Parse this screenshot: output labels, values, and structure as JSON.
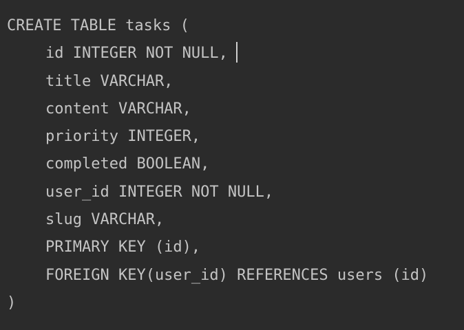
{
  "editor": {
    "lines": [
      {
        "text": "CREATE TABLE tasks ("
      },
      {
        "text": "id INTEGER NOT NULL,"
      },
      {
        "text": "title VARCHAR,"
      },
      {
        "text": "content VARCHAR,"
      },
      {
        "text": "priority INTEGER,"
      },
      {
        "text": "completed BOOLEAN,"
      },
      {
        "text": "user_id INTEGER NOT NULL,"
      },
      {
        "text": "slug VARCHAR,"
      },
      {
        "text": "PRIMARY KEY (id),"
      },
      {
        "text": "FOREIGN KEY(user_id) REFERENCES users (id)"
      },
      {
        "text": ")"
      }
    ],
    "colors": {
      "background": "#2b2b2b",
      "text": "#c4c4c4",
      "caret": "#d0d0d0"
    }
  }
}
